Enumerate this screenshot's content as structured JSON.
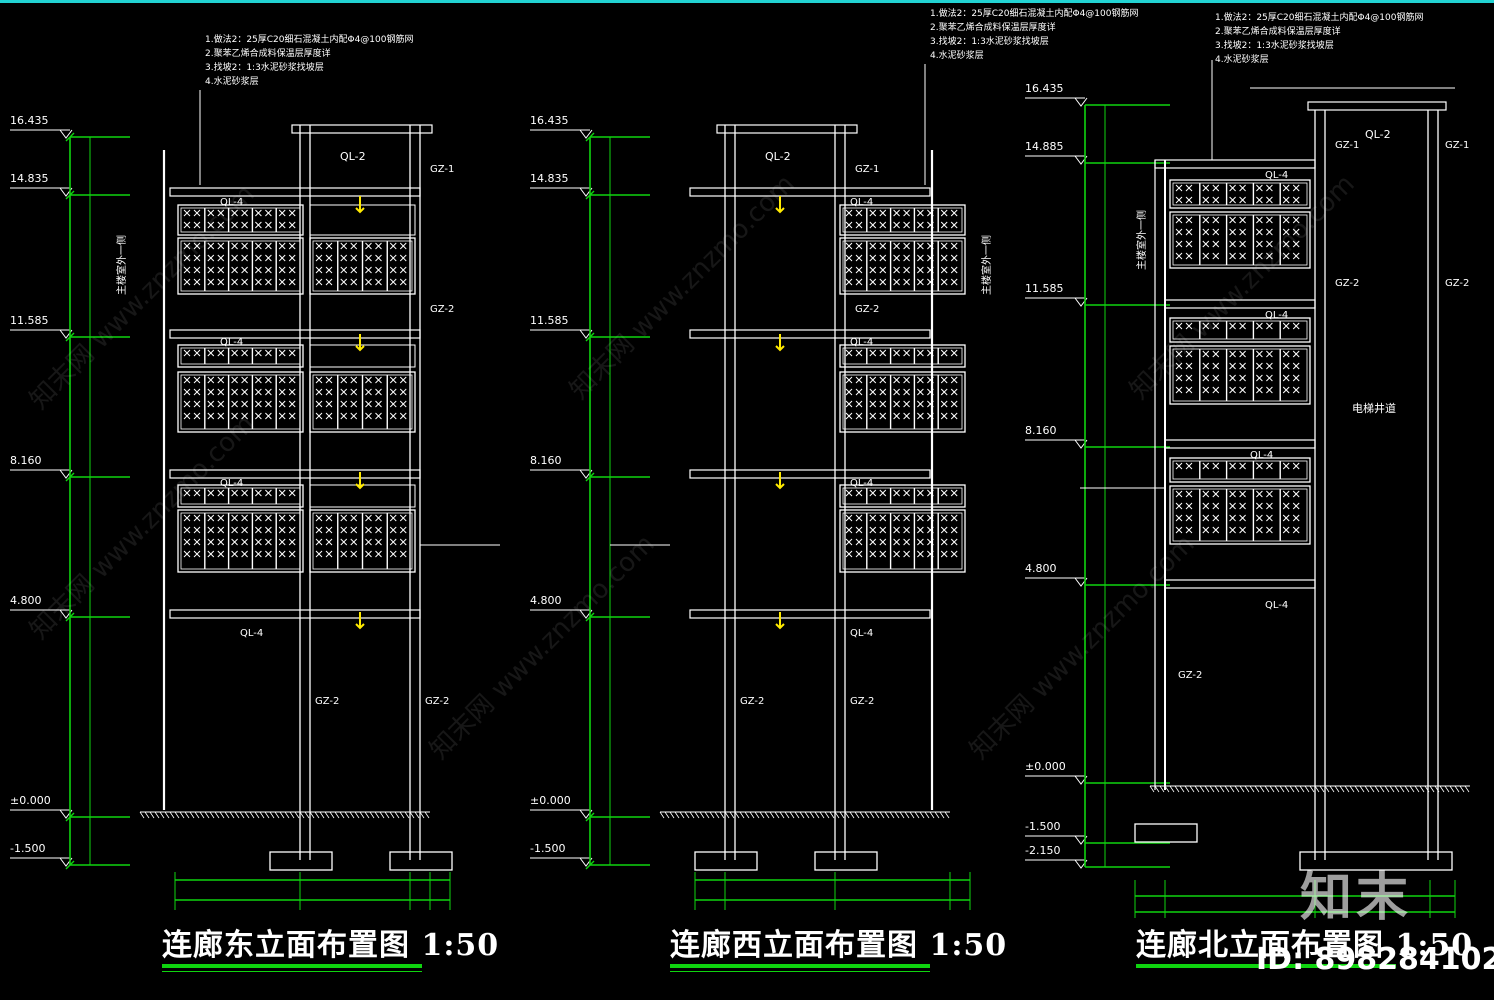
{
  "drawings": [
    {
      "title": "连廊东立面布置图 1:50",
      "notes": [
        "1.做法2：25厚C20细石混凝土内配Φ4@100钢筋网",
        "2.聚苯乙烯合成料保温层厚度详",
        "3.找坡2：1:3水泥砂浆找坡层",
        "4.水泥砂浆层"
      ],
      "levels": [
        "16.435",
        "14.835",
        "11.585",
        "8.160",
        "4.800",
        "±0.000",
        "-1.500"
      ],
      "beams": [
        "QL-2",
        "QL-4",
        "QL-4",
        "QL-4",
        "QL-4"
      ],
      "columns": [
        "GZ-1",
        "GZ-2",
        "GZ-2"
      ],
      "vertical_note": "主楼室外一侧"
    },
    {
      "title": "连廊西立面布置图 1:50",
      "notes": [
        "1.做法2：25厚C20细石混凝土内配Φ4@100钢筋网",
        "2.聚苯乙烯合成料保温层厚度详",
        "3.找坡2：1:3水泥砂浆找坡层",
        "4.水泥砂浆层"
      ],
      "levels": [
        "16.435",
        "14.835",
        "11.585",
        "8.160",
        "4.800",
        "±0.000",
        "-1.500"
      ],
      "beams": [
        "QL-2",
        "QL-4",
        "QL-4",
        "QL-4",
        "QL-4"
      ],
      "columns": [
        "GZ-1",
        "GZ-2",
        "GZ-2"
      ],
      "vertical_note": "主楼室外一侧"
    },
    {
      "title": "连廊北立面布置图 1:50",
      "notes": [
        "1.做法2：25厚C20细石混凝土内配Φ4@100钢筋网",
        "2.聚苯乙烯合成料保温层厚度详",
        "3.找坡2：1:3水泥砂浆找坡层",
        "4.水泥砂浆层"
      ],
      "levels": [
        "16.435",
        "14.885",
        "11.585",
        "8.160",
        "4.800",
        "±0.000",
        "-1.500",
        "-2.150"
      ],
      "beams": [
        "QL-2",
        "QL-4",
        "QL-4",
        "QL-4",
        "QL-4"
      ],
      "columns": [
        "GZ-1",
        "GZ-2",
        "GZ-2"
      ],
      "vertical_note": "主楼室外一侧",
      "shaft_label": "电梯井道"
    }
  ],
  "brand": {
    "logo_text": "知末",
    "id_text": "ID: 898284102",
    "watermark": "知末网 www.znzmo.com"
  },
  "colors": {
    "background": "#000000",
    "line": "#ffffff",
    "dimension": "#0fd40f",
    "marker": "#ffea00",
    "frame": "#22d3d3"
  }
}
